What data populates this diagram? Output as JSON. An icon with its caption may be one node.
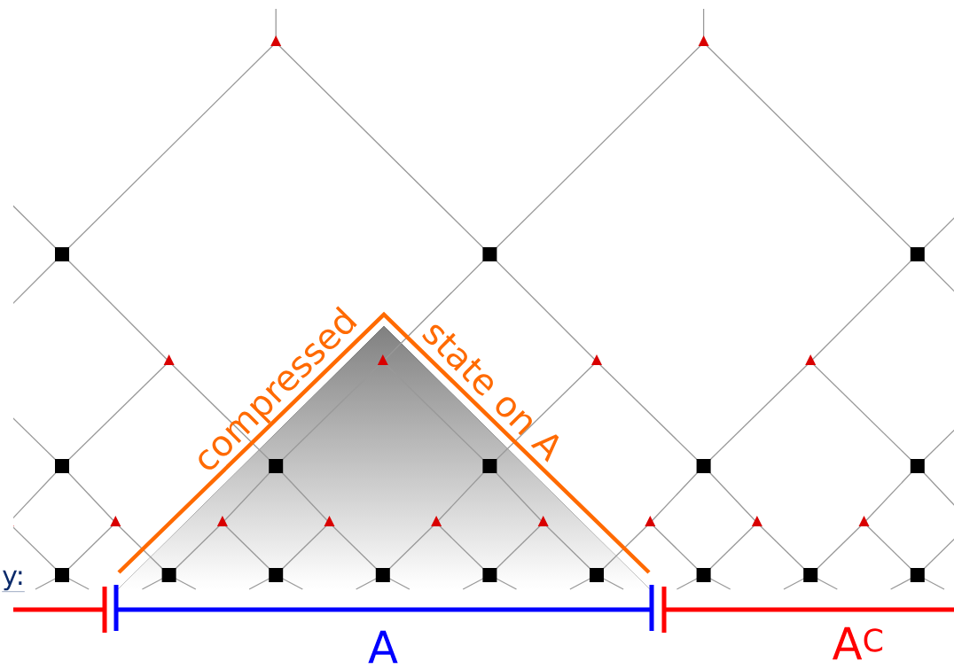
{
  "diagram": {
    "labels": [
      "compressed",
      "state on A",
      "y:",
      "A",
      "A$^{C}$"
    ]
  }
}
